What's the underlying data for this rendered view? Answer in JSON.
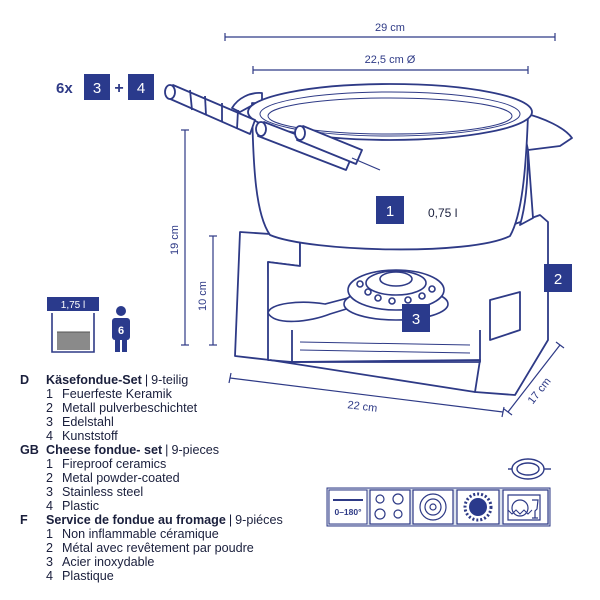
{
  "dimensions": {
    "width_total": "29 cm",
    "pot_diameter": "22,5 cm Ø",
    "height_total": "19 cm",
    "height_stand": "10 cm",
    "base_width": "22 cm",
    "base_depth": "17 cm"
  },
  "callouts": {
    "forks_qty": "6x",
    "part_3": "3",
    "plus": "+",
    "part_4": "4",
    "part_1": "1",
    "volume": "0,75 l",
    "part_2": "2"
  },
  "capacity": {
    "volume": "1,75 l",
    "persons": "6"
  },
  "colors": {
    "badge": "#2a3a8c",
    "line": "#2e3a86",
    "text": "#1a1f3c"
  },
  "icons": [
    "top-view-pot-icon",
    "temperature-0-180-icon",
    "electric-hob-icon",
    "halogen-hob-icon",
    "gas-hob-icon",
    "dishwasher-safe-icon"
  ],
  "temp_label": "0–180°",
  "legend": [
    {
      "code": "D",
      "title": "Käsefondue-Set",
      "sep": "|",
      "subtitle": "9-teilig",
      "items": [
        {
          "n": "1",
          "label": "Feuerfeste Keramik"
        },
        {
          "n": "2",
          "label": "Metall pulverbeschichtet"
        },
        {
          "n": "3",
          "label": "Edelstahl"
        },
        {
          "n": "4",
          "label": "Kunststoff"
        }
      ]
    },
    {
      "code": "GB",
      "title": "Cheese fondue- set",
      "sep": "|",
      "subtitle": "9-pieces",
      "items": [
        {
          "n": "1",
          "label": "Fireproof ceramics"
        },
        {
          "n": "2",
          "label": "Metal powder-coated"
        },
        {
          "n": "3",
          "label": "Stainless steel"
        },
        {
          "n": "4",
          "label": "Plastic"
        }
      ]
    },
    {
      "code": "F",
      "title": "Service de fondue au fromage",
      "sep": "|",
      "subtitle": "9-piéces",
      "items": [
        {
          "n": "1",
          "label": "Non inflammable céramique"
        },
        {
          "n": "2",
          "label": "Métal avec revêtement par poudre"
        },
        {
          "n": "3",
          "label": "Acier inoxydable"
        },
        {
          "n": "4",
          "label": "Plastique"
        }
      ]
    }
  ]
}
